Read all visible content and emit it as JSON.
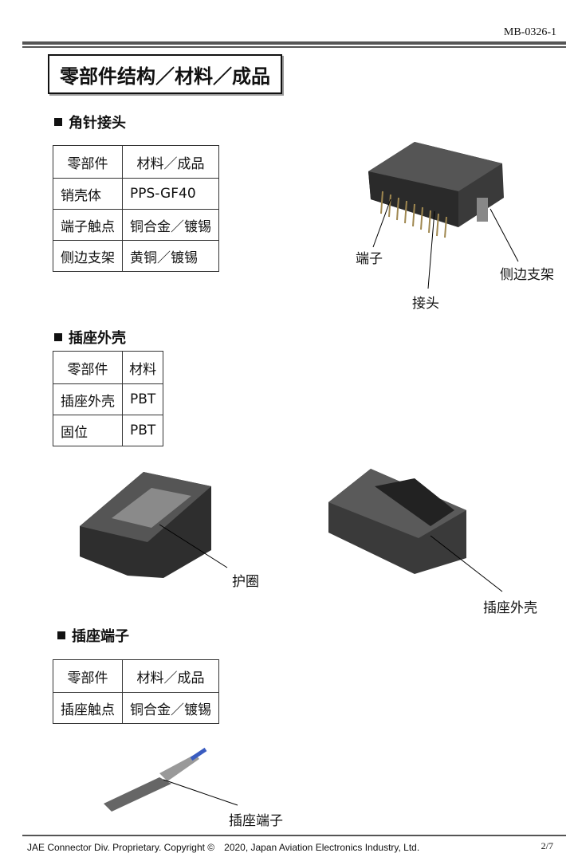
{
  "header": {
    "doc_number": "MB-0326-1"
  },
  "title": "零部件结构／材料／成品",
  "sections": [
    {
      "heading": "角针接头",
      "table": {
        "headers": [
          "零部件",
          "材料／成品"
        ],
        "rows": [
          [
            "销壳体",
            "PPS-GF40"
          ],
          [
            "端子触点",
            "铜合金／镀锡"
          ],
          [
            "侧边支架",
            "黄铜／镀锡"
          ]
        ]
      },
      "labels": [
        "端子",
        "接头",
        "侧边支架"
      ]
    },
    {
      "heading": "插座外壳",
      "table": {
        "headers": [
          "零部件",
          "材料"
        ],
        "rows": [
          [
            "插座外壳",
            "PBT"
          ],
          [
            "固位",
            "PBT"
          ]
        ]
      },
      "labels": [
        "护圈",
        "插座外壳"
      ]
    },
    {
      "heading": "插座端子",
      "table": {
        "headers": [
          "零部件",
          "材料／成品"
        ],
        "rows": [
          [
            "插座触点",
            "铜合金／镀锡"
          ]
        ]
      },
      "labels": [
        "插座端子"
      ]
    }
  ],
  "footer": {
    "copyright": "JAE Connector Div. Proprietary. Copyright ©　2020,  Japan Aviation Electronics Industry, Ltd.",
    "page": "2/7"
  }
}
